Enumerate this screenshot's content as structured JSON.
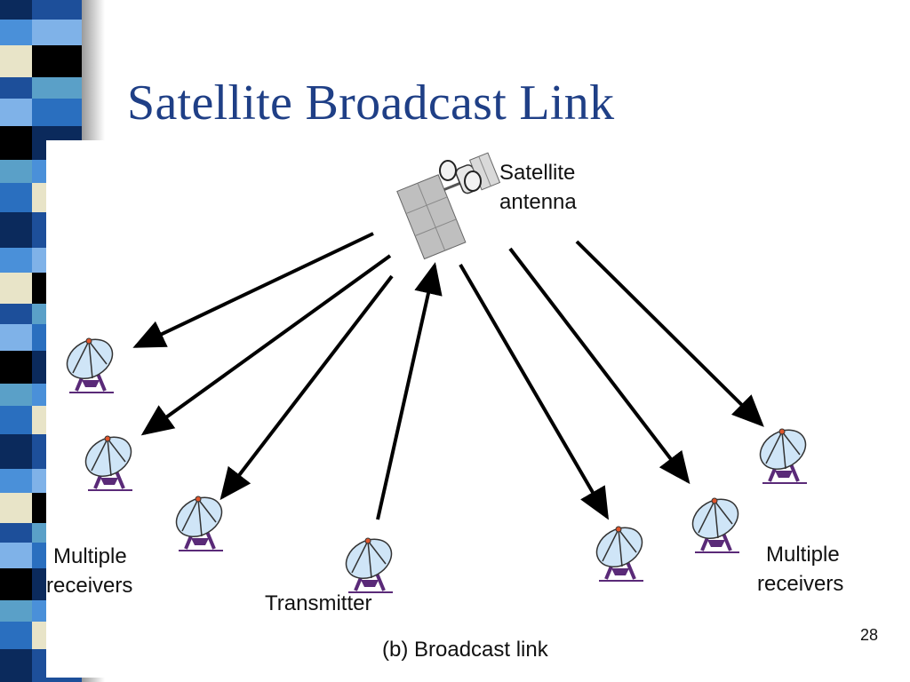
{
  "slide": {
    "title": "Satellite Broadcast Link",
    "page_number": "28"
  },
  "diagram": {
    "satellite_label_line1": "Satellite",
    "satellite_label_line2": "antenna",
    "left_receivers_label_line1": "Multiple",
    "left_receivers_label_line2": "receivers",
    "right_receivers_label_line1": "Multiple",
    "right_receivers_label_line2": "receivers",
    "transmitter_label": "Transmitter",
    "caption": "(b) Broadcast link"
  },
  "colors": {
    "title": "#1f3f86",
    "dish_fill": "#cfe5f7",
    "dish_stand": "#5a2a78",
    "arrow": "#000000"
  },
  "icons": [
    "satellite-icon",
    "dish-antenna-icon"
  ]
}
